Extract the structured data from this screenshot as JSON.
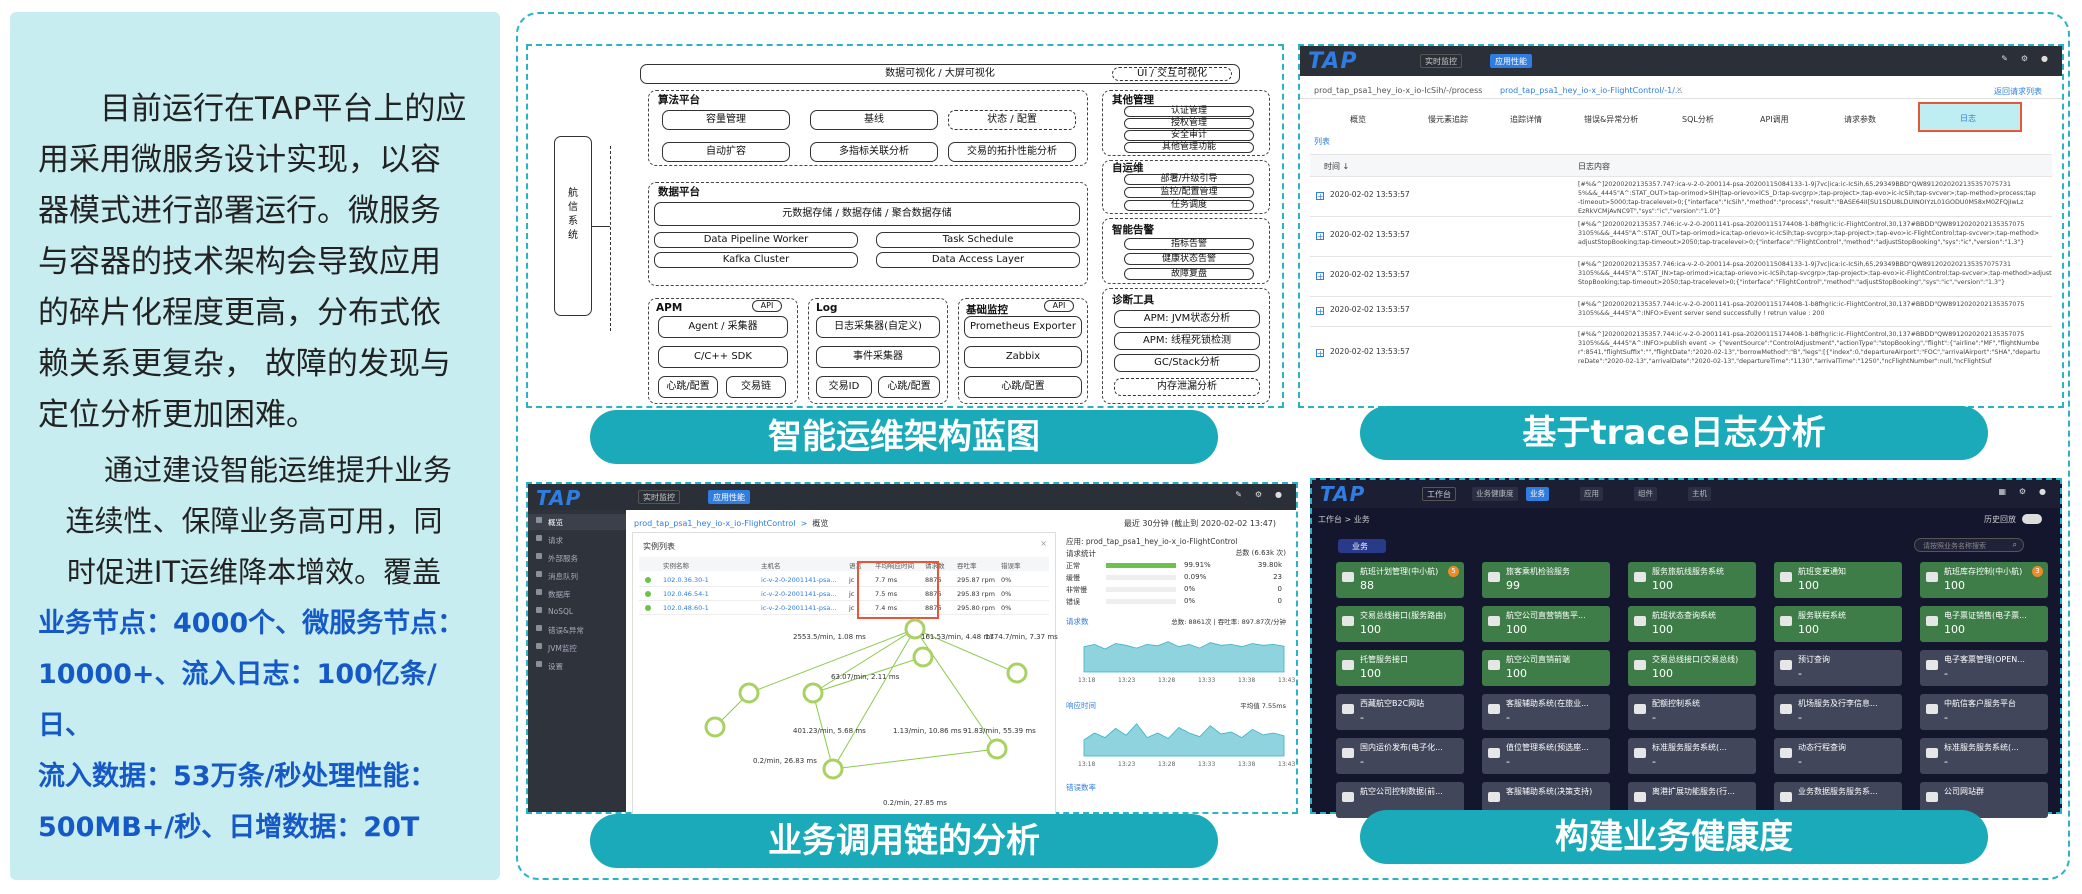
{
  "left": {
    "para1": "目前运行在TAP平台上的应用采用微服务设计实现，以容器模式进行部署运行。微服务与容器的技术架构会导致应用的碎片化程度更高，分布式依赖关系更复杂， 故障的发现与定位分析更加困难。",
    "para2_line1": "通过建设智能运维提升业务",
    "para2_line2": "连续性、保障业务高可用，同",
    "para2_line3": "时促进IT运维降本增效。覆盖",
    "stats_lines": [
      "业务节点：4000个、微服务节点：",
      "10000+、流入日志：100亿条/日、",
      "流入数据：53万条/秒处理性能：",
      "500MB+/秒、日增数据：20T"
    ]
  },
  "labels": {
    "arch": "智能运维架构蓝图",
    "trace": "基于trace日志分析",
    "chain": "业务调用链的分析",
    "health": "构建业务健康度"
  },
  "arch": {
    "top_bar": "数据可视化 / 大屏可视化",
    "ui": "UI / 交互可视化",
    "left_box": "航信系统",
    "algo_title": "算法平台",
    "algo_items": [
      "容量管理",
      "基线",
      "状态 / 配置",
      "自动扩容",
      "多指标关联分析",
      "交易的拓扑性能分析"
    ],
    "other_title": "其他管理",
    "other_items": [
      "认证管理",
      "授权管理",
      "安全审计",
      "其他管理功能"
    ],
    "auto_title": "自运维",
    "auto_items": [
      "部署/升级引导",
      "监控/配置管理",
      "任务调度"
    ],
    "alert_title": "智能告警",
    "alert_items": [
      "指标告警",
      "健康状态告警",
      "故障复盘"
    ],
    "data_title": "数据平台",
    "data_items": [
      "元数据存储 / 数据存储 / 聚合数据存储",
      "Data Pipeline Worker",
      "Task Schedule",
      "Kafka Cluster",
      "Data Access Layer"
    ],
    "apm_title": "APM",
    "api": "API",
    "apm_items": [
      "Agent / 采集器",
      "C/C++ SDK",
      "心跳/配置",
      "交易链"
    ],
    "log_title": "Log",
    "log_items": [
      "日志采集器(自定义)",
      "事件采集器",
      "交易ID",
      "心跳/配置"
    ],
    "base_title": "基础监控",
    "base_items": [
      "Prometheus Exporter",
      "Zabbix",
      "心跳/配置"
    ],
    "diag_title": "诊断工具",
    "diag_items": [
      "APM: JVM状态分析",
      "APM: 线程死锁检测",
      "GC/Stack分析",
      "内存泄漏分析"
    ]
  },
  "trace": {
    "brand": "TAP",
    "btn1": "实时监控",
    "btn2": "应用性能",
    "tab1": "prod_tap_psa1_hey_io-x_io-IcSih/-/process",
    "tab2": "prod_tap_psa1_hey_io-x_io-FlightControl/-1/...",
    "link": "返回请求列表",
    "nav": [
      "概览",
      "慢元素追踪",
      "追踪详情",
      "错误&异常分析",
      "SQL分析",
      "API调用",
      "请求参数",
      "日志"
    ],
    "list": "列表",
    "col_time": "时间 ↓",
    "col_content": "日志内容",
    "rows": [
      {
        "time": "2020-02-02 13:53:57",
        "l1": "[#%&^]20200202135357.747:ica-v-2-0-200114-psa-20200115084133-1-9j7vc|ica:ic-IcSih,65,29349BBD\"QW8912020202135357075731",
        "l2": "5%&&_4445\"A^:STAT_OUT>tap-orimod>SIH|tap-orievo>ICS_D:tap-svcgrp>;tap-project>;tap-evo>ic-IcSih;tap-svcver>;tap-method>process;tap",
        "l3": "-timeout>5000;tap-traceleveI>0;{\"interface\":\"IcSih\",\"method\":\"process\",\"result\":\"BASE64II[SU1SDU8LDUINOIYzL01GODU0M58xM0ZFQjIwLz",
        "l4": "EzRkVCMjAvNC9T\",\"sys\":\"ic\",\"version\":\"1.0\"}"
      },
      {
        "time": "2020-02-02 13:53:57",
        "l1": "[#%&^]20200202135357.746:ic-v-2-0-2001141-psa-20200115174408-1-b8fhg!ic:ic-FlightControl,30,137#BBDD\"QW8912020202135357075",
        "l2": "3105%&&_4445\"A^:STAT_OUT>tap-orimod>ica;tap-orievo>ic-IcSih;tap-svcgrp>;tap-project>;tap-evo>ic-FlightControl;tap-svcver>;tap-method>",
        "l3": "adjustStopBooking;tap-timeout>2050;tap-traceleveI>0;{\"interface\":\"FlightControl\",\"method\":\"adjustStopBooking\",\"sys\":\"ic\",\"version\":\"1.3\"}",
        "l4": ""
      },
      {
        "time": "2020-02-02 13:53:57",
        "l1": "[#%&^]20200202135357.746:ica-v-2-0-200114-psa-20200115084133-1-9j7vc|ica:ic-IcSih,65,29349BBD\"QW8912020202135357075731",
        "l2": "3105%&&_4445\"A^:STAT_IN>tap-orimod>ica;tap-orievo>ic-IcSih;tap-svcgrp>;tap-project>;tap-evo>ic-FlightControl;tap-svcver>;tap-method>adjust",
        "l3": "StopBooking;tap-timeout>2050;tap-traceleveI>0;{\"interface\":\"FlightControl\",\"method\":\"adjustStopBooking\",\"sys\":\"ic\",\"version\":\"1.3\"}",
        "l4": ""
      },
      {
        "time": "2020-02-02 13:53:57",
        "l1": "[#%&^]20200202135357.744:ic-v-2-0-2001141-psa-20200115174408-1-b8fhg!ic:ic-FlightControl,30,137#BBDD\"QW8912020202135357075",
        "l2": "3105%&&_4445\"A^:INFO>Event server send successfully ! retrun value : 200",
        "l3": "",
        "l4": ""
      },
      {
        "time": "2020-02-02 13:53:57",
        "l1": "[#%&^]20200202135357.744:ic-v-2-0-2001141-psa-20200115174408-1-b8fhg!ic:ic-FlightControl,30,137#BBDD\"QW8912020202135357075",
        "l2": "3105%&&_4445\"A^:INFO>publish event -> {\"eventSource\":\"ControlAdjustment\",\"actionType\":\"stopBooking\",\"flight\":{\"airline\":\"MF\",\"flightNumbe",
        "l3": "r\":8541,\"flightSuffix\":\"\",\"flightDate\":\"2020-02-13\",\"borrowMethod\":\"B\",\"legs\":[{\"index\":0,\"departureAirport\":\"FOC\",\"arrivalAirport\":\"SHA\",\"departu",
        "l4": "reDate\":\"2020-02-13\",\"arrivalDate\":\"2020-02-13\",\"departureTime\":\"1130\",\"arrivalTime\":\"1250\",\"ncFlightNumber\":null,\"ncFlightSuf"
      }
    ]
  },
  "chain": {
    "brand": "TAP",
    "btn1": "实时监控",
    "btn2": "应用性能",
    "breadcrumb": "prod_tap_psa1_hey_io-x_io-FlightControl",
    "breadcrumb2": "概览",
    "time": "最近 30分钟 (截止到 2020-02-02 13:47)",
    "side": [
      "概览",
      "请求",
      "外部服务",
      "消息队列",
      "数据库",
      "NoSQL",
      "错误&异常",
      "JVM监控",
      "设置"
    ],
    "panel_title": "实例列表",
    "cols": [
      "实例名称",
      "主机名",
      "语言",
      "平均响应时间",
      "请求数",
      "吞吐率",
      "错误率"
    ],
    "rows": [
      [
        "102.0.36.30-1",
        "ic-v-2-0-2001141-psa...",
        "jc",
        "7.7 ms",
        "8876",
        "295.87 rpm",
        "0%"
      ],
      [
        "102.0.46.54-1",
        "ic-v-2-0-2001141-psa...",
        "jc",
        "7.5 ms",
        "8876",
        "295.83 rpm",
        "0%"
      ],
      [
        "102.0.48.60-1",
        "ic-v-2-0-2001141-psa...",
        "jc",
        "7.4 ms",
        "8876",
        "295.80 rpm",
        "0%"
      ]
    ],
    "edges": [
      "2553.5/min, 1.08 ms",
      "161.53/min, 4.48 ms",
      "1774.7/min, 7.37 ms",
      "63.07/min, 2.11 ms",
      "401.23/min, 5.68 ms",
      "1.13/min, 10.86 ms",
      "91.83/min, 55.39 ms",
      "0.2/min, 26.83 ms",
      "0.2/min, 27.85 ms"
    ],
    "right_title": "应用: prod_tap_psa1_hey_io-x_io-FlightControl",
    "right_sub": "请求统计",
    "right_sub2": "总数 (6.63k 次)",
    "stat_rows": [
      [
        "正常",
        "99.91%",
        "39.80k"
      ],
      [
        "缓慢",
        "0.09%",
        "23"
      ],
      [
        "非常慢",
        "0%",
        "0"
      ],
      [
        "错误",
        "0%",
        "0"
      ]
    ],
    "chart1_title": "请求数",
    "chart1_right": "总数: 8861次 | 吞吐率: 897.87次/分钟",
    "chart2_title": "响应时间",
    "chart2_right": "平均值 7.55ms",
    "chart3_title": "错误数率",
    "ticks": [
      "13:18",
      "13:23",
      "13:28",
      "13:33",
      "13:38",
      "13:43"
    ]
  },
  "health": {
    "brand": "TAP",
    "btn1": "工作台",
    "tabs": [
      "业务健康度",
      "业务",
      "应用",
      "组件",
      "主机"
    ],
    "breadcrumb": "工作台 > 业务",
    "toggle": "历史回放",
    "section": "业务",
    "search": "请按照业务名称搜索",
    "cards": [
      {
        "name": "航班计划管理(中小航)",
        "value": "88",
        "badge": "5",
        "color": "green"
      },
      {
        "name": "旅客乘机检验服务",
        "value": "99",
        "badge": "",
        "color": "green"
      },
      {
        "name": "服务旅航线服务系统",
        "value": "100",
        "badge": "",
        "color": "green"
      },
      {
        "name": "航班变更通知",
        "value": "100",
        "badge": "",
        "color": "green"
      },
      {
        "name": "航班库存控制(中小航)",
        "value": "100",
        "badge": "3",
        "color": "green"
      },
      {
        "name": "交易总线接口(服务路由)",
        "value": "100",
        "badge": "",
        "color": "green"
      },
      {
        "name": "航空公司直营销售平...",
        "value": "100",
        "badge": "",
        "color": "green"
      },
      {
        "name": "航班状态查询系统",
        "value": "100",
        "badge": "",
        "color": "green"
      },
      {
        "name": "服务联程系统",
        "value": "100",
        "badge": "",
        "color": "green"
      },
      {
        "name": "电子票证销售(电子票...",
        "value": "100",
        "badge": "",
        "color": "green"
      },
      {
        "name": "托管服务接口",
        "value": "100",
        "badge": "",
        "color": "green"
      },
      {
        "name": "航空公司直销前端",
        "value": "100",
        "badge": "",
        "color": "green"
      },
      {
        "name": "交易总线接口(交易总线)",
        "value": "100",
        "badge": "",
        "color": "green"
      },
      {
        "name": "预订查询",
        "value": "-",
        "badge": "",
        "color": "gray"
      },
      {
        "name": "电子客票管理(OPEN...",
        "value": "-",
        "badge": "",
        "color": "gray"
      },
      {
        "name": "西藏航空B2C网站",
        "value": "-",
        "badge": "",
        "color": "gray"
      },
      {
        "name": "客服辅助系统(在旅业...",
        "value": "-",
        "badge": "",
        "color": "gray"
      },
      {
        "name": "配额控制系统",
        "value": "-",
        "badge": "",
        "color": "gray"
      },
      {
        "name": "机场服务及行李信息...",
        "value": "-",
        "badge": "",
        "color": "gray"
      },
      {
        "name": "中航信客户服务平台",
        "value": "-",
        "badge": "",
        "color": "gray"
      },
      {
        "name": "国内运价发布(电子化...",
        "value": "-",
        "badge": "",
        "color": "gray"
      },
      {
        "name": "值位管理系统(预选座...",
        "value": "-",
        "badge": "",
        "color": "gray"
      },
      {
        "name": "标准服务服务系统(...",
        "value": "-",
        "badge": "",
        "color": "gray"
      },
      {
        "name": "动态行程查询",
        "value": "-",
        "badge": "",
        "color": "gray"
      },
      {
        "name": "标准服务服务系统(...",
        "value": "-",
        "badge": "",
        "color": "gray"
      },
      {
        "name": "航空公司控制数据(前...",
        "value": "",
        "badge": "",
        "color": "gray"
      },
      {
        "name": "客服辅助系统(决策支持)",
        "value": "",
        "badge": "",
        "color": "gray"
      },
      {
        "name": "离港扩展功能服务(行...",
        "value": "",
        "badge": "",
        "color": "gray"
      },
      {
        "name": "业务数据服务服务系...",
        "value": "",
        "badge": "",
        "color": "gray"
      },
      {
        "name": "公司网站群",
        "value": "",
        "badge": "",
        "color": "gray"
      }
    ]
  }
}
